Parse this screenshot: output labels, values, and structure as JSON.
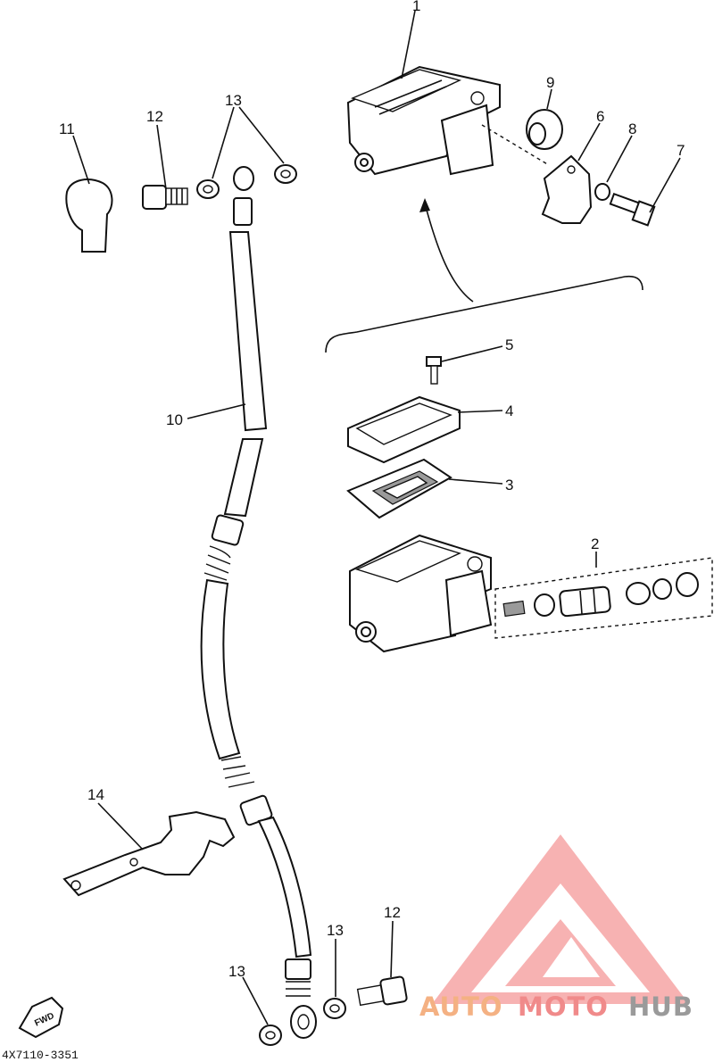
{
  "diagram": {
    "callouts": {
      "c1": "1",
      "c2": "2",
      "c3": "3",
      "c4": "4",
      "c5": "5",
      "c6": "6",
      "c7": "7",
      "c8": "8",
      "c9": "9",
      "c10": "10",
      "c11": "11",
      "c12_top": "12",
      "c13_top": "13",
      "c14": "14",
      "c12_bottom": "12",
      "c13_bottom_a": "13",
      "c13_bottom_b": "13"
    },
    "fwd_label": "FWD",
    "drawing_code": "4X7110-3351"
  },
  "watermark": {
    "part1": "AUTO",
    "part2": "MOTO",
    "part3": "HUB",
    "colors": {
      "auto": "#f4b183",
      "moto": "#f08a8a",
      "hub": "#9a9a9a",
      "logo": "#f08a8a"
    }
  }
}
